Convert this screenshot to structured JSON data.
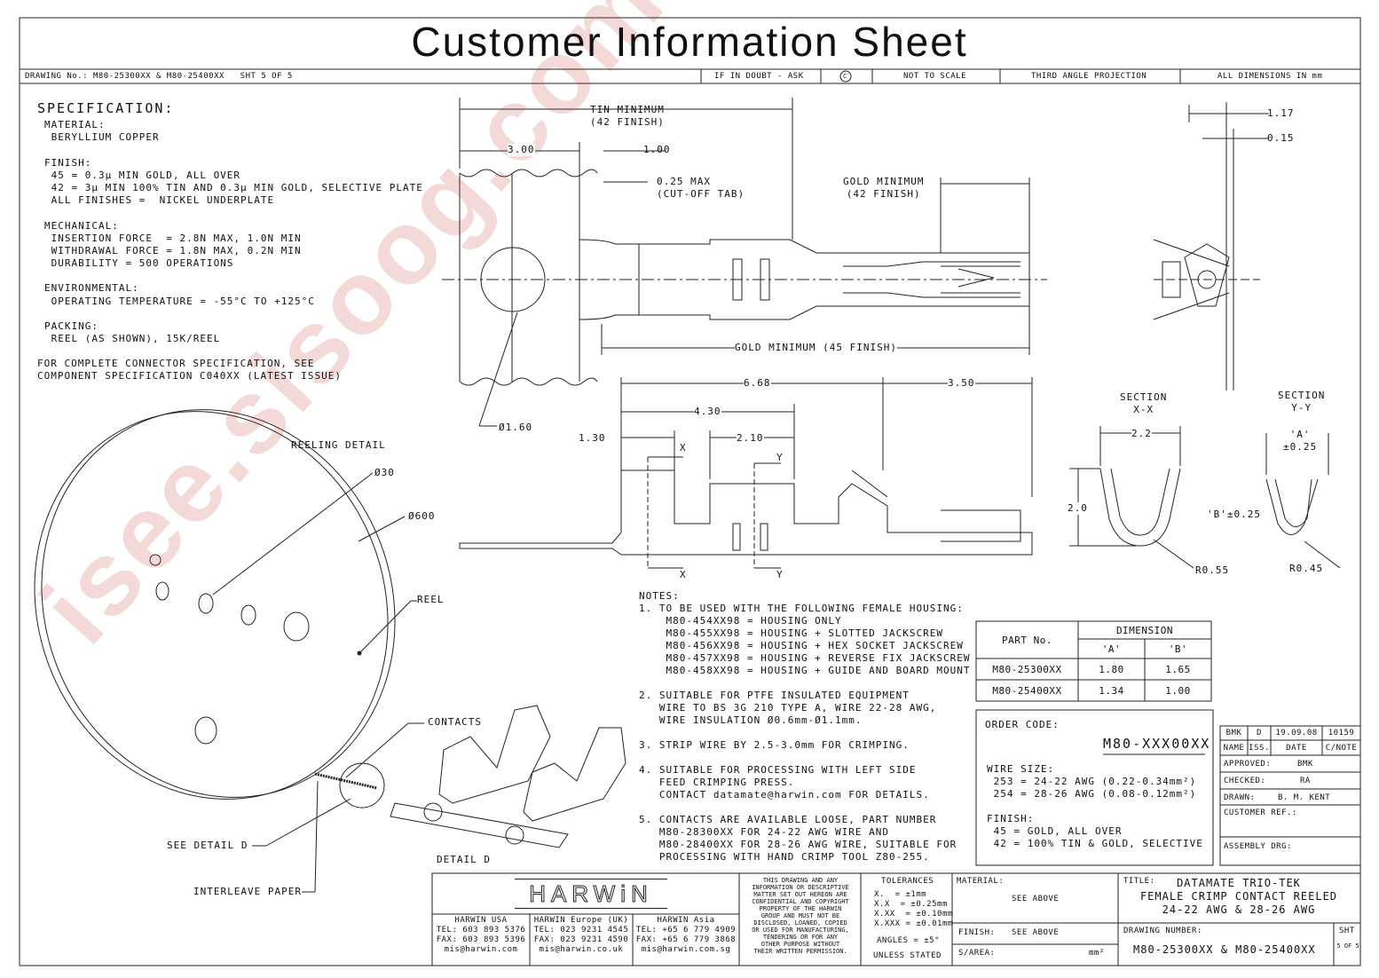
{
  "title": "Customer Information Sheet",
  "header": {
    "drawing": "DRAWING No.: M80-25300XX & M80-25400XX   SHT 5 OF 5",
    "doubt": "IF IN DOUBT - ASK",
    "copyright": "C",
    "scale": "NOT TO SCALE",
    "projection": "THIRD ANGLE PROJECTION",
    "dims": "ALL DIMENSIONS IN mm"
  },
  "spec": {
    "heading": "SPECIFICATION:",
    "lines": [
      "MATERIAL:",
      " BERYLLIUM COPPER",
      "",
      "FINISH:",
      " 45 = 0.3μ MIN GOLD, ALL OVER",
      " 42 = 3μ MIN 100% TIN AND 0.3μ MIN GOLD, SELECTIVE PLATE",
      " ALL FINISHES =  NICKEL UNDERPLATE",
      "",
      "MECHANICAL:",
      " INSERTION FORCE  = 2.8N MAX, 1.0N MIN",
      " WITHDRAWAL FORCE = 1.8N MAX, 0.2N MIN",
      " DURABILITY = 500 OPERATIONS",
      "",
      "ENVIRONMENTAL:",
      " OPERATING TEMPERATURE = -55°C TO +125°C",
      "",
      "PACKING:",
      " REEL (AS SHOWN), 15K/REEL"
    ],
    "footer": "FOR COMPLETE CONNECTOR SPECIFICATION, SEE\nCOMPONENT SPECIFICATION C040XX (LATEST ISSUE)"
  },
  "dims": {
    "tin_min": "TIN MINIMUM\n(42 FINISH)",
    "d300": "3.00",
    "d100": "1.00",
    "cutoff": "0.25 MAX\n(CUT-OFF TAB)",
    "gold42": "GOLD MINIMUM\n(42 FINISH)",
    "gold45": "GOLD MINIMUM (45 FINISH)",
    "dia160": "Ø1.60",
    "d668": "6.68",
    "d350": "3.50",
    "d430": "4.30",
    "d130": "1.30",
    "d210": "2.10",
    "x": "X",
    "y": "Y",
    "d117": "1.17",
    "d015": "0.15",
    "secxx": "SECTION\nX-X",
    "secyy": "SECTION\nY-Y",
    "d22": "2.2",
    "d20": "2.0",
    "da": "'A'\n±0.25",
    "db": "'B'±0.25",
    "r055": "R0.55",
    "r045": "R0.45"
  },
  "reel": {
    "detail": "REELING DETAIL",
    "d30": "Ø30",
    "d600": "Ø600",
    "reel": "REEL",
    "contacts": "CONTACTS",
    "see_d": "SEE DETAIL D",
    "paper": "INTERLEAVE PAPER",
    "detail_d": "DETAIL D"
  },
  "notes": {
    "heading": "NOTES:",
    "text": "1. TO BE USED WITH THE FOLLOWING FEMALE HOUSING:\n    M80-454XX98 = HOUSING ONLY\n    M80-455XX98 = HOUSING + SLOTTED JACKSCREW\n    M80-456XX98 = HOUSING + HEX SOCKET JACKSCREW\n    M80-457XX98 = HOUSING + REVERSE FIX JACKSCREW\n    M80-458XX98 = HOUSING + GUIDE AND BOARD MOUNT\n\n2. SUITABLE FOR PTFE INSULATED EQUIPMENT\n   WIRE TO BS 3G 210 TYPE A, WIRE 22-28 AWG,\n   WIRE INSULATION Ø0.6mm-Ø1.1mm.\n\n3. STRIP WIRE BY 2.5-3.0mm FOR CRIMPING.\n\n4. SUITABLE FOR PROCESSING WITH LEFT SIDE\n   FEED CRIMPING PRESS.\n   CONTACT datamate@harwin.com FOR DETAILS.\n\n5. CONTACTS ARE AVAILABLE LOOSE, PART NUMBER\n   M80-28300XX FOR 24-22 AWG WIRE AND\n   M80-28400XX FOR 28-26 AWG WIRE, SUITABLE FOR\n   PROCESSING WITH HAND CRIMP TOOL Z80-255."
  },
  "dim_table": {
    "part_header": "PART No.",
    "dim_header": "DIMENSION",
    "col_a": "'A'",
    "col_b": "'B'",
    "rows": [
      {
        "part": "M80-25300XX",
        "a": "1.80",
        "b": "1.65"
      },
      {
        "part": "M80-25400XX",
        "a": "1.34",
        "b": "1.00"
      }
    ]
  },
  "order": {
    "label": "ORDER CODE:",
    "code": "M80-XXX00XX",
    "wire": "WIRE SIZE:\n 253 = 24-22 AWG (0.22-0.34mm²)\n 254 = 28-26 AWG (0.08-0.12mm²)",
    "finish": "FINISH:\n 45 = GOLD, ALL OVER\n 42 = 100% TIN & GOLD, SELECTIVE"
  },
  "revision": {
    "row": [
      "BMK",
      "D",
      "19.09.08",
      "10159"
    ],
    "hdr": [
      "NAME",
      "ISS.",
      "DATE",
      "C/NOTE"
    ],
    "approved": "APPROVED:",
    "approved_v": "BMK",
    "checked": "CHECKED:",
    "checked_v": "RA",
    "drawn": "DRAWN:",
    "drawn_v": "B. M. KENT",
    "customer": "CUSTOMER REF.:",
    "assembly": "ASSEMBLY DRG:"
  },
  "titleblock": {
    "logo": "HARWiN",
    "offices": [
      {
        "name": "HARWIN USA",
        "tel": "TEL: 603 893 5376",
        "fax": "FAX: 603 893 5396",
        "mail": "mis@harwin.com"
      },
      {
        "name": "HARWIN Europe (UK)",
        "tel": "TEL: 023 9231 4545",
        "fax": "FAX: 023 9231 4590",
        "mail": "mis@harwin.co.uk"
      },
      {
        "name": "HARWIN Asia",
        "tel": "TEL: +65 6 779 4909",
        "fax": "FAX: +65 6 779 3868",
        "mail": "mis@harwin.com.sg"
      }
    ],
    "legal": "THIS DRAWING AND ANY\nINFORMATION OR DESCRIPTIVE\nMATTER SET OUT HEREON ARE\nCONFIDENTIAL AND COPYRIGHT\nPROPERTY OF THE HARWIN\nGROUP AND MUST NOT BE\nDISCLOSED, LOANED, COPIED\nOR USED FOR MANUFACTURING,\nTENDERING OR FOR ANY\nOTHER PURPOSE WITHOUT\nTHEIR WRITTEN PERMISSION.",
    "tol_head": "TOLERANCES",
    "tol": "X.  = ±1mm\nX.X  = ±0.25mm\nX.XX  = ±0.10mm\nX.XXX = ±0.01mm",
    "angles": "ANGLES = ±5°",
    "unless": "UNLESS STATED",
    "material": "MATERIAL:",
    "material_v": "SEE ABOVE",
    "finish": "FINISH:",
    "finish_v": "SEE ABOVE",
    "sarea": "S/AREA:",
    "sarea_u": "mm²",
    "title_label": "TITLE:",
    "title_text": "DATAMATE TRIO-TEK\nFEMALE CRIMP CONTACT REELED\n24-22 AWG & 28-26 AWG",
    "drawing_label": "DRAWING NUMBER:",
    "drawing_v": "M80-25300XX & M80-25400XX",
    "sht": "SHT",
    "sht_v": "5 OF 5"
  },
  "watermark": "isee.sisoog.com"
}
